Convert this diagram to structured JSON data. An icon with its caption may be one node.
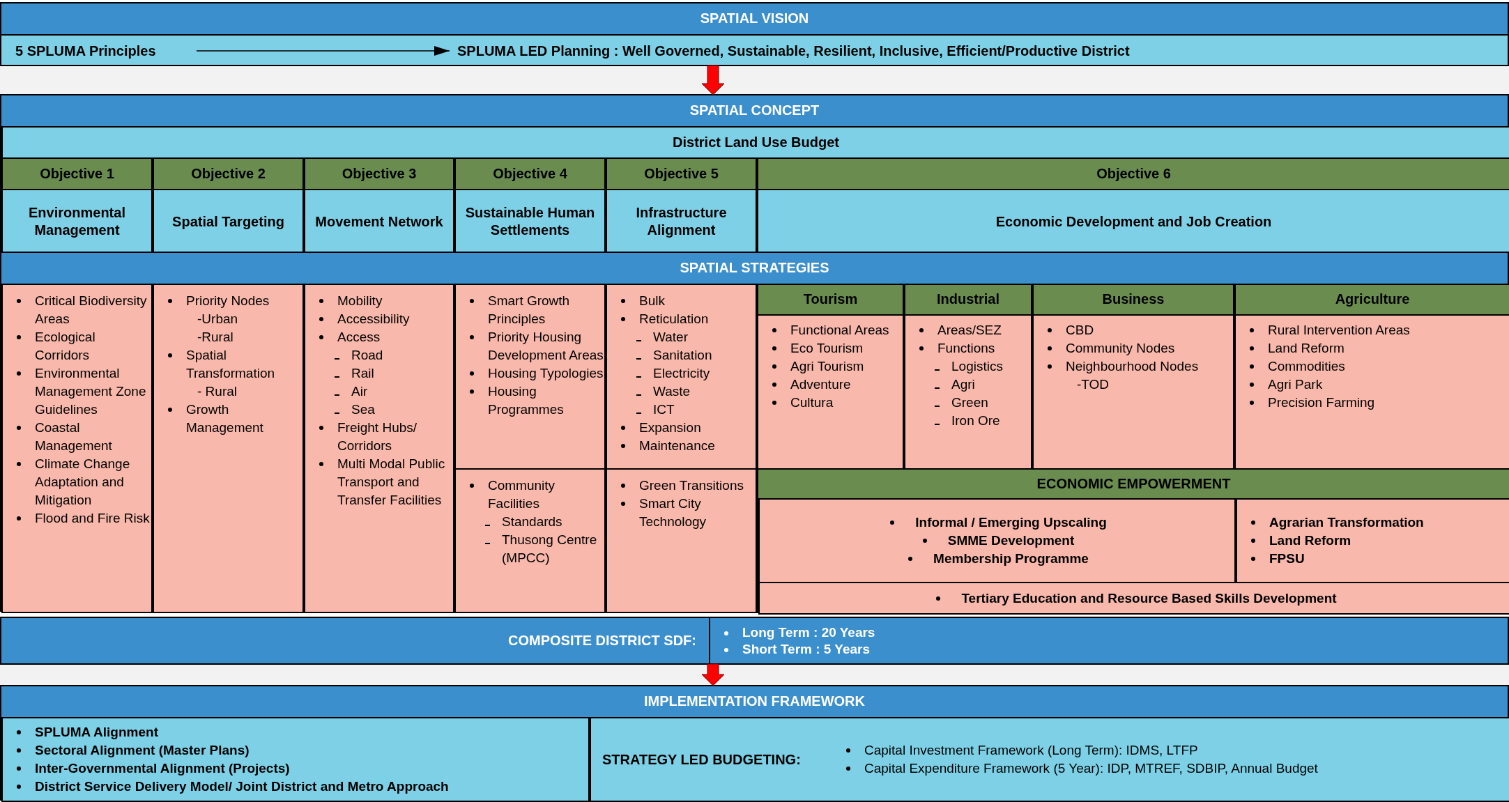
{
  "diagram": {
    "nodes": [
      {
        "text": [
          "SPATIAL VISION"
        ]
      },
      {
        "text": [
          "5 SPLUMA Principles"
        ],
        "in": 0
      },
      {
        "text": [
          "SPLUMA LED Planning : Well Governed, Sustainable, Resilient, Inclusive, Efficient/Productive District"
        ],
        "in": 0
      },
      {
        "text": [
          "SPATIAL CONCEPT"
        ]
      },
      {
        "text": [
          "District Land Use Budget"
        ],
        "in": 3
      },
      {
        "text": [
          "Objective 1",
          "Environmental Management"
        ],
        "in": 3
      },
      {
        "text": [
          "Objective 2",
          "Spatial Targeting"
        ],
        "in": 3
      },
      {
        "text": [
          "Objective 3",
          "Movement Network"
        ],
        "in": 3
      },
      {
        "text": [
          "Objective 4",
          "Sustainable Human Settlements"
        ],
        "in": 3
      },
      {
        "text": [
          "Objective 5",
          "Infrastructure Alignment"
        ],
        "in": 3
      },
      {
        "text": [
          "Objective 6",
          "Economic Development and Job Creation"
        ],
        "in": 3
      },
      {
        "text": [
          "SPATIAL STRATEGIES"
        ]
      },
      {
        "text": [
          "Critical Biodiversity Areas",
          "Ecological Corridors",
          "Environmental Management Zone Guidelines",
          "Coastal Management",
          "Climate Change Adaptation and Mitigation",
          "Flood and Fire Risk"
        ],
        "in": 11
      },
      {
        "text": [
          "Priority Nodes",
          "-Urban",
          "-Rural",
          "Spatial Transformation",
          "- Rural",
          "Growth Management"
        ],
        "in": 11
      },
      {
        "text": [
          "Mobility",
          "Accessibility",
          "Access",
          "Road",
          "Rail",
          "Air",
          "Sea",
          "Freight Hubs/ Corridors",
          "Multi Modal Public Transport and Transfer Facilities"
        ],
        "in": 11
      },
      {
        "text": [
          "Smart Growth Principles",
          "Priority Housing Development Areas",
          "Housing Typologies",
          "Housing Programmes"
        ],
        "in": 11
      },
      {
        "text": [
          "Community Facilities",
          "Standards",
          "Thusong Centre (MPCC)"
        ],
        "in": 11
      },
      {
        "text": [
          "Bulk",
          "Reticulation",
          "Water",
          "Sanitation",
          "Electricity",
          "Waste",
          "ICT",
          "Expansion",
          "Maintenance"
        ],
        "in": 11
      },
      {
        "text": [
          "Green Transitions",
          "Smart City Technology"
        ],
        "in": 11
      },
      {
        "text": [
          "Tourism",
          "Functional Areas",
          "Eco Tourism",
          "Agri Tourism",
          "Adventure",
          "Cultura"
        ],
        "in": 11
      },
      {
        "text": [
          "Industrial",
          "Areas/SEZ",
          "Functions",
          "Logistics",
          "Agri",
          "Green",
          "Iron Ore"
        ],
        "in": 11
      },
      {
        "text": [
          "Business",
          "CBD",
          "Community Nodes",
          "Neighbourhood Nodes",
          "-TOD"
        ],
        "in": 11
      },
      {
        "text": [
          "Agriculture",
          "Rural Intervention Areas",
          "Land Reform",
          "Commodities",
          "Agri Park",
          "Precision Farming"
        ],
        "in": 11
      },
      {
        "text": [
          "ECONOMIC EMPOWERMENT"
        ],
        "in": 11
      },
      {
        "text": [
          "Informal / Emerging Upscaling",
          "SMME Development",
          "Membership Programme"
        ],
        "in": 23
      },
      {
        "text": [
          "Agrarian Transformation",
          "Land Reform",
          "FPSU"
        ],
        "in": 23
      },
      {
        "text": [
          "Tertiary Education and Resource Based Skills Development"
        ],
        "in": 23
      },
      {
        "text": [
          "COMPOSITE DISTRICT SDF:",
          "Long Term : 20 Years",
          "Short Term : 5 Years"
        ]
      },
      {
        "text": [
          "IMPLEMENTATION FRAMEWORK"
        ]
      },
      {
        "text": [
          "SPLUMA Alignment",
          "Sectoral Alignment (Master Plans)",
          "Inter-Governmental Alignment (Projects)",
          "District Service Delivery Model/ Joint District and Metro Approach"
        ],
        "in": 28
      },
      {
        "text": [
          "STRATEGY LED BUDGETING:",
          "Capital Investment Framework (Long Term): IDMS, LTFP",
          "Capital Expenditure Framework (5 Year): IDP, MTREF, SDBIP, Annual Budget"
        ],
        "in": 28
      }
    ],
    "edges": [
      {
        "from": 1,
        "to": 2,
        "arrow": "to",
        "color": "#000000"
      },
      {
        "from": 0,
        "to": 3,
        "arrow": "to",
        "style": "thick",
        "color": "#ff0000"
      },
      {
        "from": 27,
        "to": 28,
        "arrow": "to",
        "style": "thick",
        "color": "#ff0000"
      }
    ]
  }
}
